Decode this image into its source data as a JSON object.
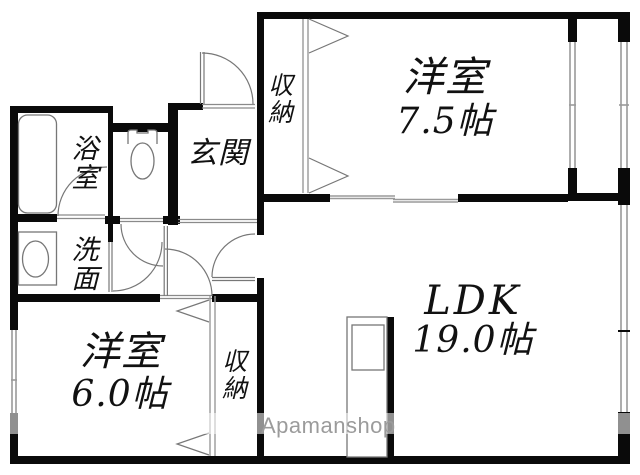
{
  "watermark": {
    "text": "Apamanshop"
  },
  "colors": {
    "wall": "#0a0a0a",
    "thin_line": "#8a8a8a",
    "window_gray": "#9a9a9a",
    "watermark_gray": "#9b9b9b"
  },
  "rooms": {
    "western_room_75": {
      "name": "洋室",
      "size": "7.5帖"
    },
    "ldk": {
      "name": "LDK",
      "size": "19.0帖"
    },
    "western_room_60": {
      "name": "洋室",
      "size": "6.0帖"
    },
    "genkan": {
      "name": "玄関"
    },
    "bathroom": {
      "name": "浴室"
    },
    "washroom": {
      "name": "洗面"
    },
    "closet_top": {
      "name": "収納"
    },
    "closet_bottom": {
      "name": "収納"
    }
  },
  "icons": [
    "bathtub-icon",
    "toilet-icon",
    "sink-icon",
    "kitchen-counter-icon",
    "door-swing-arc",
    "sliding-door",
    "folding-door-triangle",
    "window"
  ]
}
